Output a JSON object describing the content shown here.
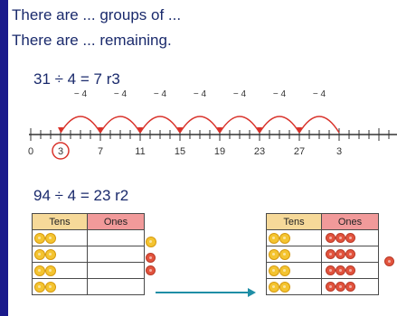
{
  "text": {
    "line1": "There are ... groups of ...",
    "line2": "There are ... remaining."
  },
  "example1": {
    "equation": "31 ÷ 4 = 7 r3",
    "jump_label": "− 4",
    "jump_count": 7,
    "tick_labels": [
      "0",
      "3",
      "7",
      "11",
      "15",
      "19",
      "23",
      "27",
      "3"
    ],
    "circled_label": "3"
  },
  "example2": {
    "equation": "94 ÷ 4 = 23 r2",
    "headers": {
      "tens": "Tens",
      "ones": "Ones"
    },
    "left_table": {
      "tens_per_row": 2,
      "ones_per_row": 0,
      "rows": 4
    },
    "right_table": {
      "tens_per_row": 2,
      "ones_per_row": 3,
      "rows": 4
    },
    "left_loose_tens": 1,
    "left_loose_ones": 2,
    "right_loose_ones": 1
  },
  "colors": {
    "frame": "#1a1a8c",
    "text": "#1a2a6c",
    "jump_arc": "#d9332b",
    "circle": "#d9332b",
    "arrow": "#1f8ea6",
    "tens_header": "#f6d999",
    "ones_header": "#f19a9a"
  }
}
